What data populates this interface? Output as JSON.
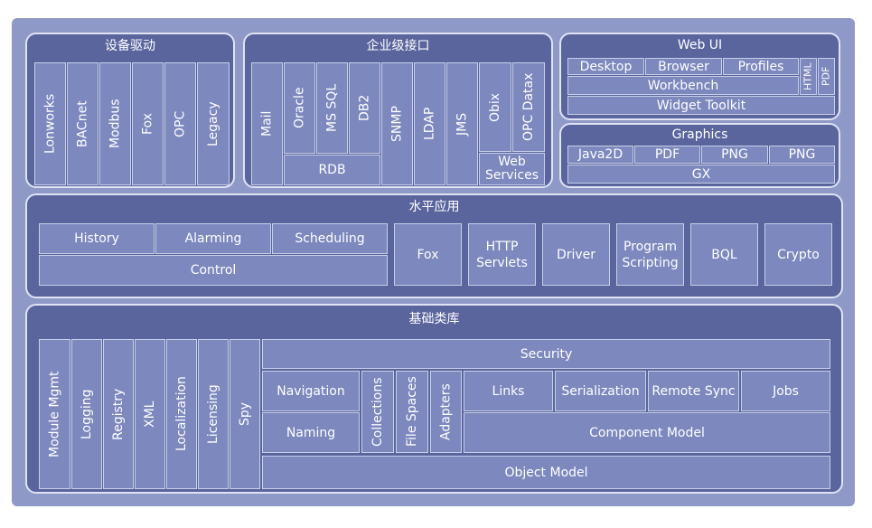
{
  "sections": {
    "device_drivers": {
      "title": "设备驱动",
      "items": [
        "Lonworks",
        "BACnet",
        "Modbus",
        "Fox",
        "OPC",
        "Legacy"
      ]
    },
    "enterprise_interfaces": {
      "title": "企业级接口",
      "items": [
        "Mail",
        "Oracle",
        "MS SQL",
        "DB2",
        "RDB",
        "SNMP",
        "LDAP",
        "JMS",
        "Obix",
        "OPC Datax",
        "Web Services"
      ]
    },
    "web_ui": {
      "title": "Web UI",
      "items": [
        "Desktop",
        "Browser",
        "Profiles",
        "Workbench",
        "Widget Toolkit",
        "HTML",
        "PDF"
      ]
    },
    "graphics": {
      "title": "Graphics",
      "items": [
        "Java2D",
        "PDF",
        "PNG",
        "PNG",
        "GX"
      ]
    },
    "horizontal_apps": {
      "title": "水平应用",
      "items": [
        "History",
        "Alarming",
        "Scheduling",
        "Control",
        "Fox",
        "HTTP Servlets",
        "Driver",
        "Program Scripting",
        "BQL",
        "Crypto"
      ]
    },
    "base_libs": {
      "title": "基础类库",
      "items": [
        "Module Mgmt",
        "Logging",
        "Registry",
        "XML",
        "Localization",
        "Licensing",
        "Spy",
        "Security",
        "Navigation",
        "Naming",
        "Collections",
        "File Spaces",
        "Adapters",
        "Links",
        "Serialization",
        "Remote Sync",
        "Jobs",
        "Component Model",
        "Object Model"
      ]
    }
  }
}
